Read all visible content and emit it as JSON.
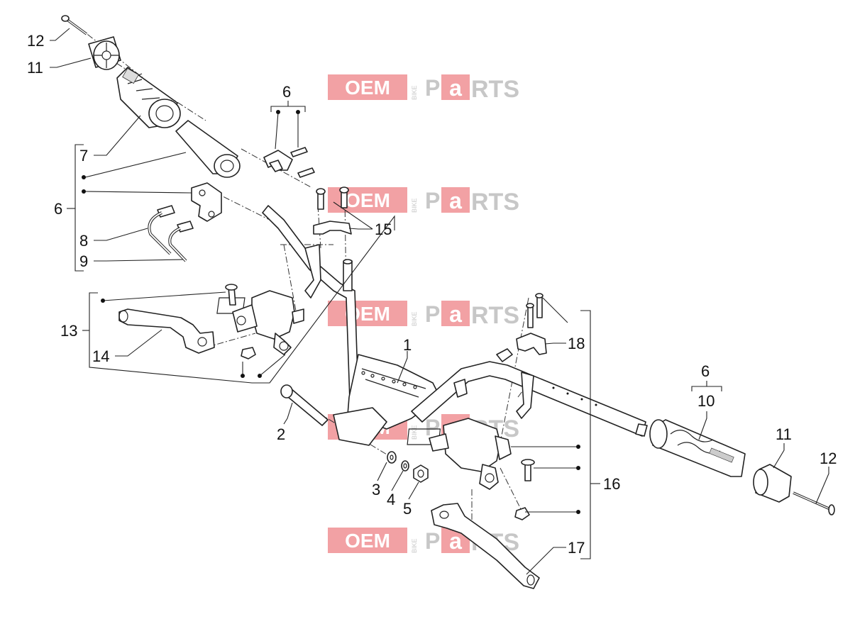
{
  "watermark": {
    "oem": "OEM",
    "bike": "BIKE",
    "p": "P",
    "a": "a",
    "rts": "RTS"
  },
  "callouts": [
    {
      "id": "c12a",
      "text": "12"
    },
    {
      "id": "c11a",
      "text": "11"
    },
    {
      "id": "c7",
      "text": "7"
    },
    {
      "id": "c6a",
      "text": "6"
    },
    {
      "id": "c8",
      "text": "8"
    },
    {
      "id": "c9",
      "text": "9"
    },
    {
      "id": "c6b",
      "text": "6"
    },
    {
      "id": "c15",
      "text": "15"
    },
    {
      "id": "c13",
      "text": "13"
    },
    {
      "id": "c14",
      "text": "14"
    },
    {
      "id": "c1",
      "text": "1"
    },
    {
      "id": "c2",
      "text": "2"
    },
    {
      "id": "c3",
      "text": "3"
    },
    {
      "id": "c4",
      "text": "4"
    },
    {
      "id": "c5",
      "text": "5"
    },
    {
      "id": "c18",
      "text": "18"
    },
    {
      "id": "c6c",
      "text": "6"
    },
    {
      "id": "c10",
      "text": "10"
    },
    {
      "id": "c11b",
      "text": "11"
    },
    {
      "id": "c12b",
      "text": "12"
    },
    {
      "id": "c16",
      "text": "16"
    },
    {
      "id": "c17",
      "text": "17"
    }
  ]
}
